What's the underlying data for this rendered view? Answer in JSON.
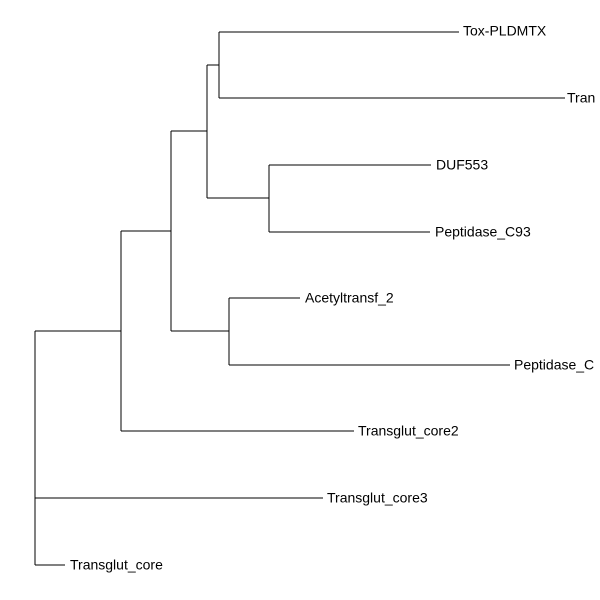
{
  "tree": {
    "tips": [
      {
        "id": "tox",
        "label": "Tox-PLDMTX"
      },
      {
        "id": "tran",
        "label": "Tran"
      },
      {
        "id": "duf553",
        "label": "DUF553"
      },
      {
        "id": "pep93",
        "label": "Peptidase_C93"
      },
      {
        "id": "acetyl",
        "label": "Acetyltransf_2"
      },
      {
        "id": "pepc",
        "label": "Peptidase_C"
      },
      {
        "id": "tg2",
        "label": "Transglut_core2"
      },
      {
        "id": "tg3",
        "label": "Transglut_core3"
      },
      {
        "id": "tg",
        "label": "Transglut_core"
      }
    ],
    "line_color": "#000000",
    "label_color": "#000000"
  }
}
